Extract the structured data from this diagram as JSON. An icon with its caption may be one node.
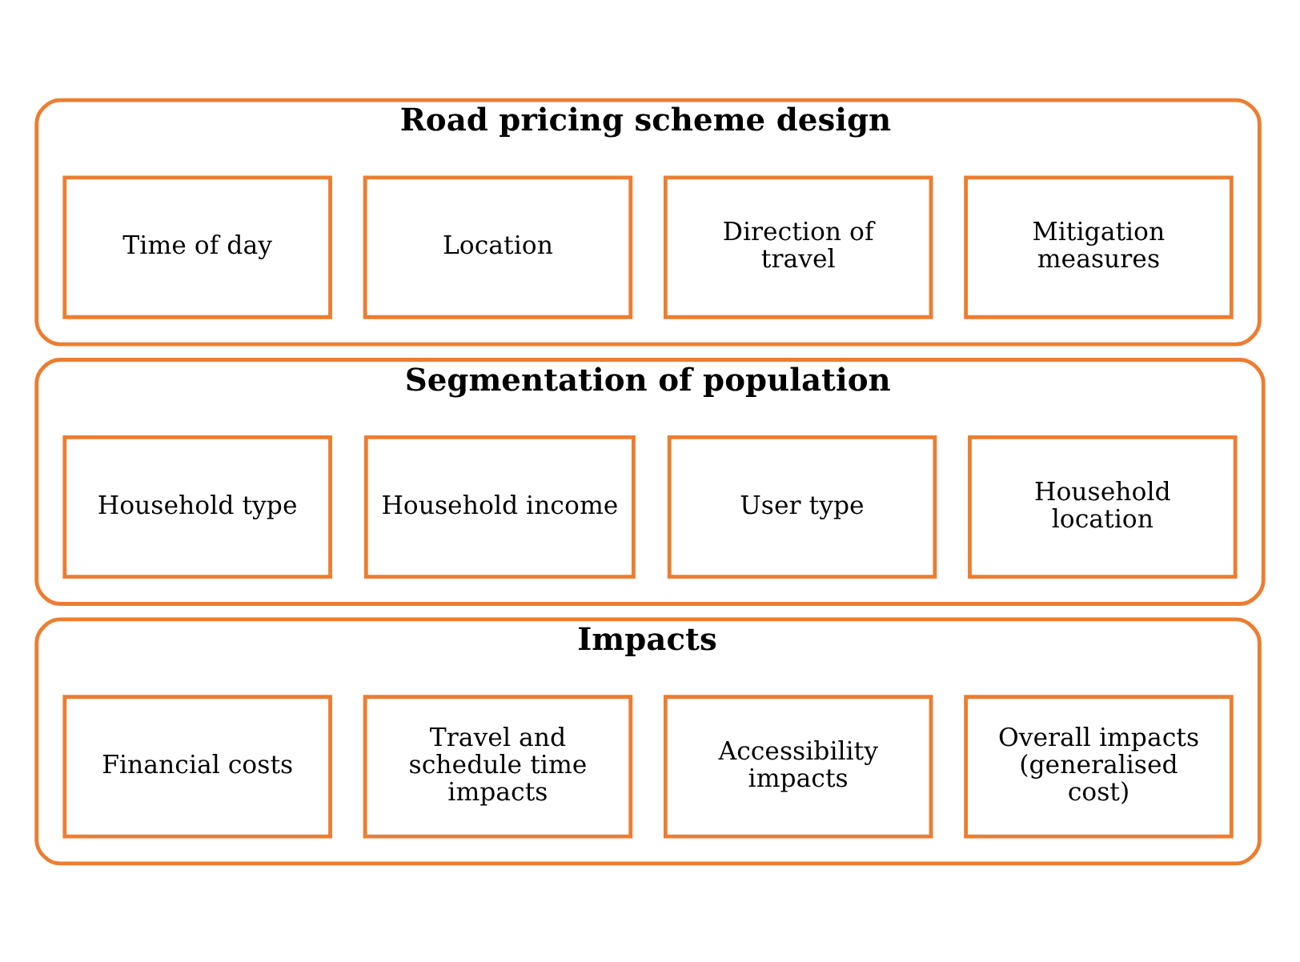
{
  "diagram": {
    "nodes": [
      {
        "text": [
          "Road pricing scheme design"
        ]
      },
      {
        "text": [
          "Time of day"
        ],
        "in": 0
      },
      {
        "text": [
          "Location"
        ],
        "in": 0
      },
      {
        "text": [
          "Direction of travel"
        ],
        "in": 0
      },
      {
        "text": [
          "Mitigation measures"
        ],
        "in": 0
      },
      {
        "text": [
          "Segmentation of population"
        ]
      },
      {
        "text": [
          "Household type"
        ],
        "in": 5
      },
      {
        "text": [
          "Household income"
        ],
        "in": 5
      },
      {
        "text": [
          "User type"
        ],
        "in": 5
      },
      {
        "text": [
          "Household location"
        ],
        "in": 5
      },
      {
        "text": [
          "Impacts"
        ]
      },
      {
        "text": [
          "Financial costs"
        ],
        "in": 10
      },
      {
        "text": [
          "Travel and schedule time impacts"
        ],
        "in": 10
      },
      {
        "text": [
          "Accessibility impacts"
        ],
        "in": 10
      },
      {
        "text": [
          "Overall impacts (generalised cost)"
        ],
        "in": 10
      }
    ],
    "edges": []
  }
}
